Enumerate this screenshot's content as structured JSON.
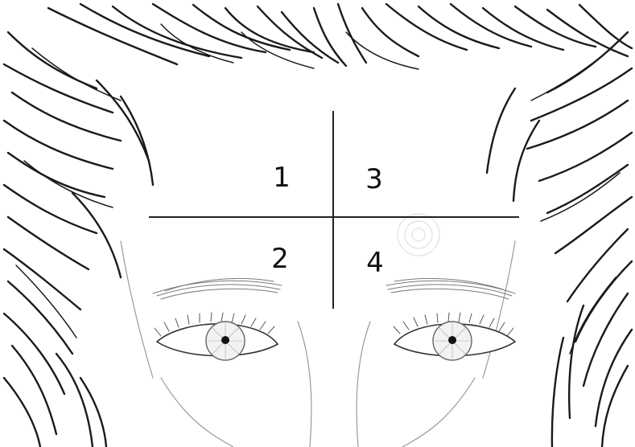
{
  "diagram": {
    "zones": [
      {
        "id": "1",
        "label": "1"
      },
      {
        "id": "2",
        "label": "2"
      },
      {
        "id": "3",
        "label": "3"
      },
      {
        "id": "4",
        "label": "4"
      }
    ]
  },
  "colors": {
    "line": "#222222",
    "background": "#ffffff"
  }
}
